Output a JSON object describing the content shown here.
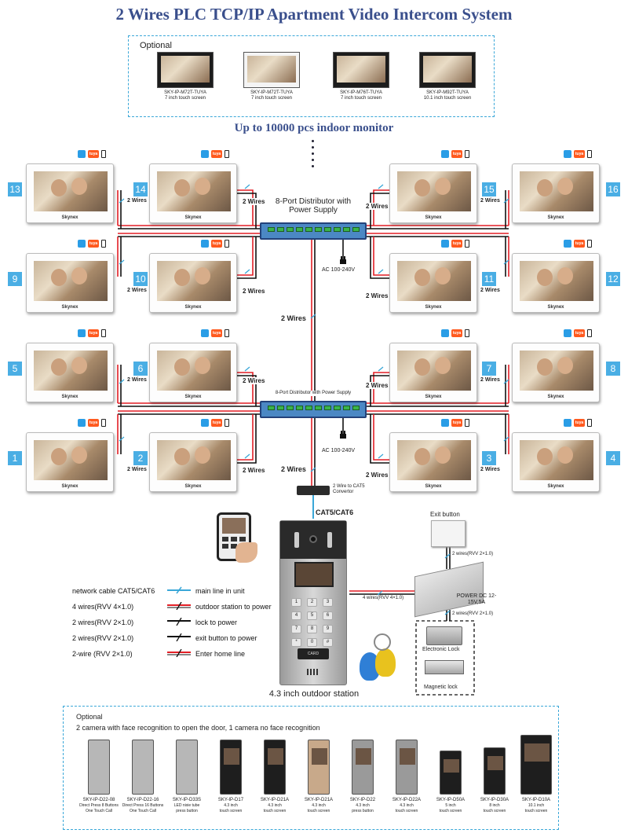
{
  "title": "2 Wires  PLC TCP/IP Apartment Video Intercom System",
  "optional_top": {
    "label": "Optional",
    "monitors": [
      {
        "model": "SKY-IP-M72T-TUYA",
        "desc": "7 inch touch screen",
        "color": "#1c1c1c"
      },
      {
        "model": "SKY-IP-M72T-TUYA",
        "desc": "7 inch touch screen",
        "color": "#f4f4f4"
      },
      {
        "model": "SKY-IP-M76T-TUYA",
        "desc": "7 inch touch screen",
        "color": "#1c1c1c"
      },
      {
        "model": "SKY-IP-M92T-TUYA",
        "desc": "10.1 inch touch screen",
        "color": "#1c1c1c"
      }
    ]
  },
  "subtitle": "Up to 10000 pcs indoor monitor",
  "brand": "Skynex",
  "tuya_label": "tuya",
  "numbers": [
    "13",
    "14",
    "15",
    "16",
    "9",
    "10",
    "11",
    "12",
    "5",
    "6",
    "7",
    "8",
    "1",
    "2",
    "3",
    "4"
  ],
  "wires_label": "2 Wires",
  "distributor_top": "8-Port Distributor with Power Supply",
  "distributor_bottom": "8-Port Distributor with Power Supply",
  "ac_label": "AC 100-240V",
  "convertor_label": "2 Wire to CAT5 Convertor",
  "cat_label": "CAT5/CAT6",
  "exit_button": "Exit button",
  "wire_2_rvv": "2 wires(RVV 2×1.0)",
  "wire_4_rvv": "4 wires(RVV 4×1.0)",
  "power_label": "POWER DC 12-15V,5A",
  "electronic_lock": "Electronic Lock",
  "magnetic_lock": "Magnetic lock",
  "card_label": "CARD",
  "outdoor_station": "4.3 inch outdoor station",
  "keypad": [
    "1",
    "2",
    "3",
    "4",
    "5",
    "6",
    "7",
    "8",
    "9",
    "*",
    "0",
    "#"
  ],
  "legend": [
    {
      "text": "network cable CAT5/CAT6",
      "meaning": "main line in unit",
      "color": "#3aa7d8"
    },
    {
      "text": "4 wires(RVV 4×1.0)",
      "meaning": "outdoor station to power",
      "color": "#e21f26"
    },
    {
      "text": "2 wires(RVV 2×1.0)",
      "meaning": "lock to power",
      "color": "#111111"
    },
    {
      "text": "2 wires(RVV 2×1.0)",
      "meaning": "exit button to power",
      "color": "#111111"
    },
    {
      "text": "2-wire (RVV 2×1.0)",
      "meaning": "Enter home line",
      "color": "#e21f26"
    }
  ],
  "optional_bottom": {
    "label": "Optional",
    "desc": "2 camera with face recognition to open the door, 1 camera no face recognition",
    "stations": [
      {
        "model": "SKY-IP-D22-08",
        "l1": "Direct Press 8 Buttons",
        "l2": "One Touch Call",
        "color": "#b7b7b7"
      },
      {
        "model": "SKY-IP-D22-16",
        "l1": "Direct Press 16 Buttons",
        "l2": "One Touch Call",
        "color": "#b7b7b7"
      },
      {
        "model": "SKY-IP-D33S",
        "l1": "LED nixie tube",
        "l2": "press button",
        "color": "#b7b7b7"
      },
      {
        "model": "SKY-IP-D17",
        "l1": "4.3 inch",
        "l2": "touch screen",
        "color": "#1e1e1e"
      },
      {
        "model": "SKY-IP-D21A",
        "l1": "4.3 inch",
        "l2": "touch screen",
        "color": "#1e1e1e"
      },
      {
        "model": "SKY-IP-D21A",
        "l1": "4.3 inch",
        "l2": "touch screen",
        "color": "#c8a98a"
      },
      {
        "model": "SKY-IP-D22",
        "l1": "4.3 inch",
        "l2": "press button",
        "color": "#9a9a9a"
      },
      {
        "model": "SKY-IP-D22A",
        "l1": "4.3 inch",
        "l2": "touch screen",
        "color": "#9a9a9a"
      },
      {
        "model": "SKY-IP-D50A",
        "l1": "5 inch",
        "l2": "touch screen",
        "color": "#1e1e1e"
      },
      {
        "model": "SKY-IP-D30A",
        "l1": "8 inch",
        "l2": "touch screen",
        "color": "#1e1e1e"
      },
      {
        "model": "SKY-IP-D10A",
        "l1": "10.1 inch",
        "l2": "touch screen",
        "color": "#1e1e1e"
      }
    ]
  }
}
